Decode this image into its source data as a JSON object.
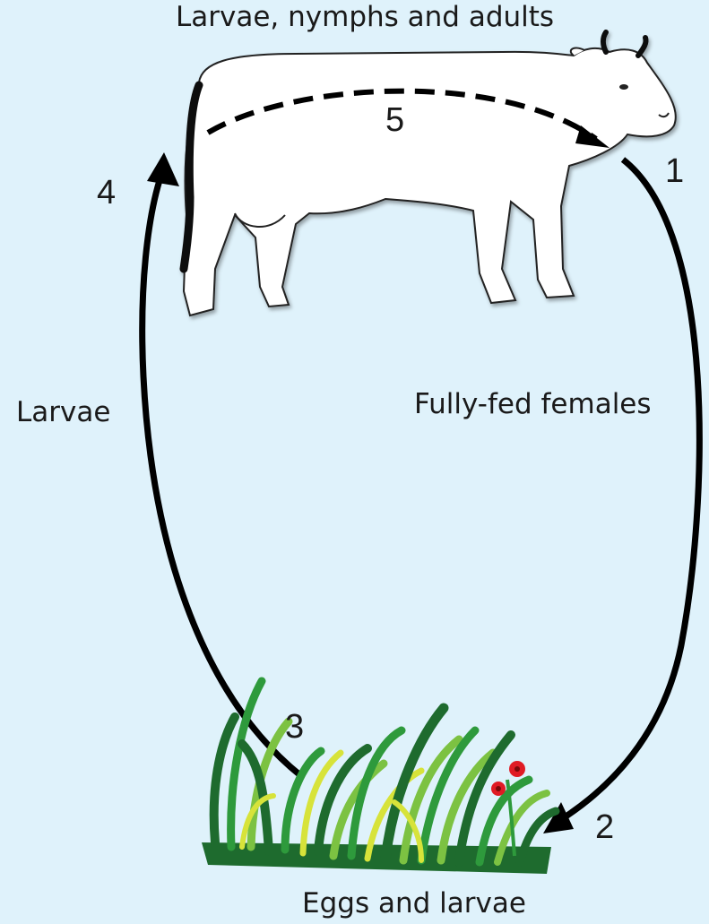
{
  "labels": {
    "top": "Larvae, nymphs and adults",
    "right": "Fully-fed females",
    "left": "Larvae",
    "bottom": "Eggs and larvae"
  },
  "steps": [
    "1",
    "2",
    "3",
    "4",
    "5"
  ],
  "colors": {
    "background": "#dff2fb",
    "arrow": "#000000",
    "cow": "#ffffff",
    "grass_dark": "#1e6b2e",
    "grass_mid": "#2e9a3c",
    "grass_light": "#7cc242",
    "grass_yellow": "#d7e33a",
    "flower": "#e01b24"
  },
  "icons": [
    "cow-icon",
    "grass-icon",
    "flower-icon"
  ]
}
